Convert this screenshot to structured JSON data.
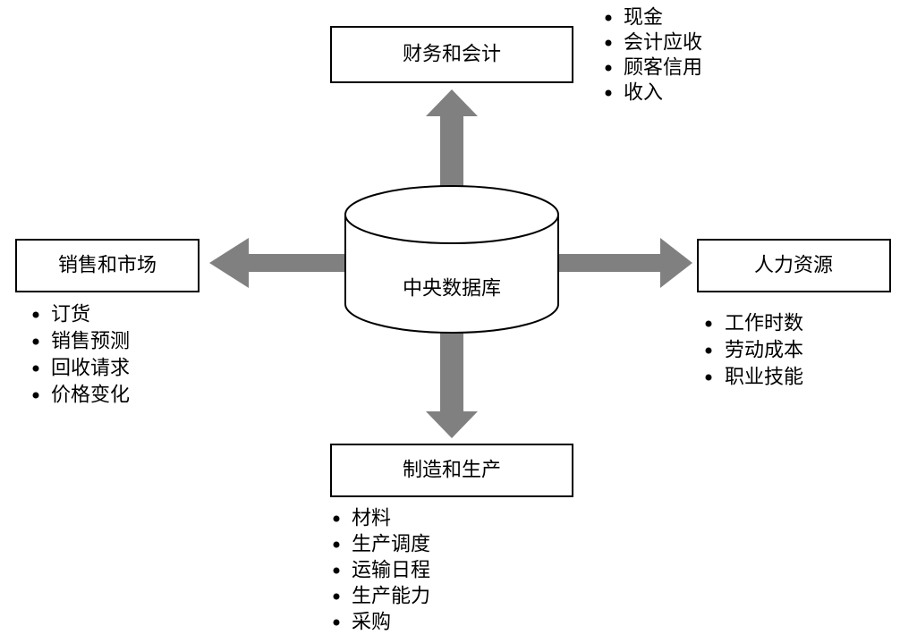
{
  "center": {
    "label": "中央数据库"
  },
  "nodes": {
    "finance": {
      "label": "财务和会计",
      "items": [
        "现金",
        "会计应收",
        "顾客信用",
        "收入"
      ]
    },
    "sales": {
      "label": "销售和市场",
      "items": [
        "订货",
        "销售预测",
        "回收请求",
        "价格变化"
      ]
    },
    "hr": {
      "label": "人力资源",
      "items": [
        "工作时数",
        "劳动成本",
        "职业技能"
      ]
    },
    "manufacturing": {
      "label": "制造和生产",
      "items": [
        "材料",
        "生产调度",
        "运输日程",
        "生产能力",
        "采购"
      ]
    }
  },
  "colors": {
    "arrow": "#808080",
    "stroke": "#000000",
    "background": "#ffffff"
  }
}
